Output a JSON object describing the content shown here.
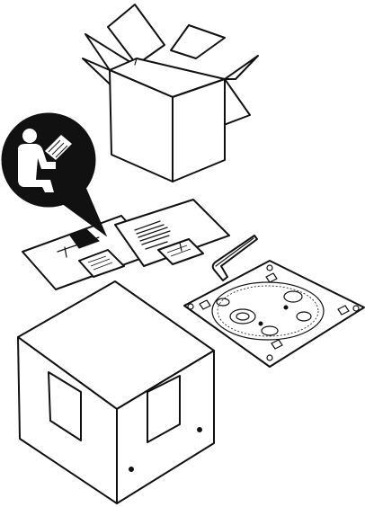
{
  "figure": {
    "items": [
      {
        "key": "open_box",
        "icon": "open-cardboard-box-icon"
      },
      {
        "key": "manual_symbol",
        "icon": "read-manual-icon"
      },
      {
        "key": "manuals",
        "icon": "document-booklet-icon"
      },
      {
        "key": "hex_key",
        "icon": "allen-wrench-icon"
      },
      {
        "key": "mount_plate",
        "icon": "mounting-plate-icon"
      },
      {
        "key": "closed_box",
        "icon": "closed-box-icon"
      }
    ],
    "colors": {
      "ink": "#111111",
      "paper": "#ffffff"
    }
  }
}
